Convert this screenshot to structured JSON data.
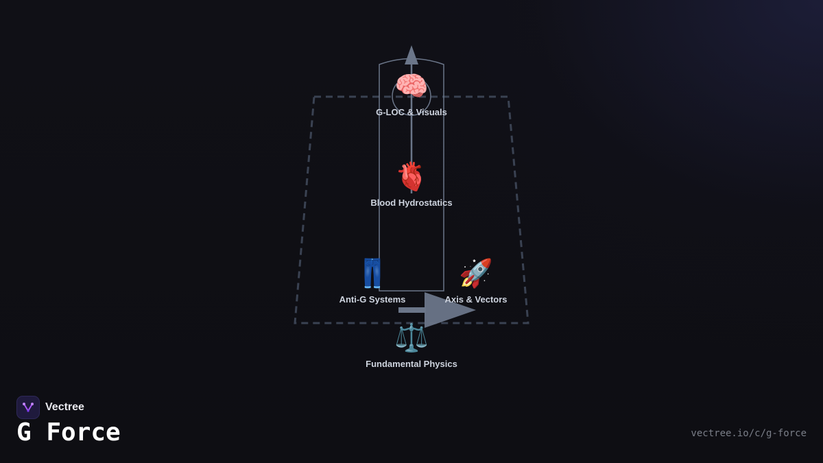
{
  "nodes": {
    "gloc": {
      "emoji": "🧠",
      "label": "G-LOC & Visuals"
    },
    "blood": {
      "emoji": "🫀",
      "label": "Blood Hydrostatics"
    },
    "antig": {
      "emoji": "👖",
      "label": "Anti-G Systems"
    },
    "axis": {
      "emoji": "🚀",
      "label": "Axis & Vectors"
    },
    "physics": {
      "emoji": "⚖️",
      "label": "Fundamental Physics"
    }
  },
  "brand": {
    "name": "Vectree",
    "logo_icon": "vectree-logo-icon"
  },
  "footer": {
    "title": "G Force",
    "url": "vectree.io/c/g-force"
  },
  "colors": {
    "background": "#0f0f14",
    "dashed_border": "#3a4252",
    "shape_stroke": "#6b7689",
    "arrow_fill": "#6b7689",
    "label_text": "#cdd3de",
    "logo_accent": "#a855f7"
  }
}
